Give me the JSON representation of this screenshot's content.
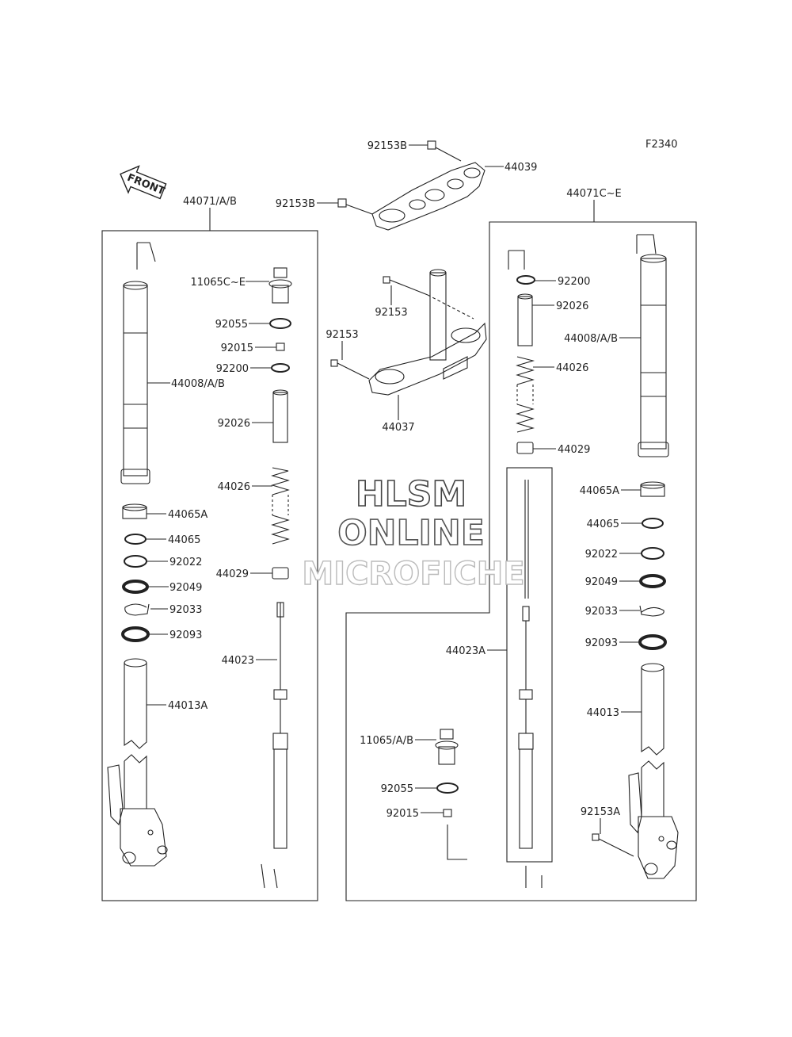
{
  "diagram_code": "F2340",
  "front_arrow": "FRONT",
  "watermark": {
    "line1": "HLSM",
    "line2": "ONLINE",
    "line3": "MICROFICHE"
  },
  "groups": {
    "left": "44071/A/B",
    "right": "44071C~E"
  },
  "top_parts": {
    "bolt_a": "92153B",
    "bolt_b": "92153B",
    "upper_clamp": "44039",
    "bolt_c": "92153",
    "bolt_d": "92153",
    "lower_clamp": "44037"
  },
  "left_group": {
    "outer_tube": "44008/A/B",
    "cap_bolt": "11065C~E",
    "oring": "92055",
    "nut": "92015",
    "washer": "92200",
    "collar": "92026",
    "spring": "44026",
    "spring_seat": "44029",
    "bush_a": "44065A",
    "bush": "44065",
    "washer2": "92022",
    "oil_seal": "92049",
    "clip": "92033",
    "dust_seal": "92093",
    "inner_tube": "44013A",
    "cartridge": "44023"
  },
  "right_group": {
    "washer": "92200",
    "collar": "92026",
    "outer_tube": "44008/A/B",
    "spring": "44026",
    "spring_seat": "44029",
    "bush_a": "44065A",
    "bush": "44065",
    "washer2": "92022",
    "oil_seal": "92049",
    "clip": "92033",
    "dust_seal": "92093",
    "cartridge": "44023A",
    "inner_tube": "44013",
    "cap_bolt": "11065/A/B",
    "oring": "92055",
    "nut": "92015",
    "axle_bolt": "92153A"
  }
}
